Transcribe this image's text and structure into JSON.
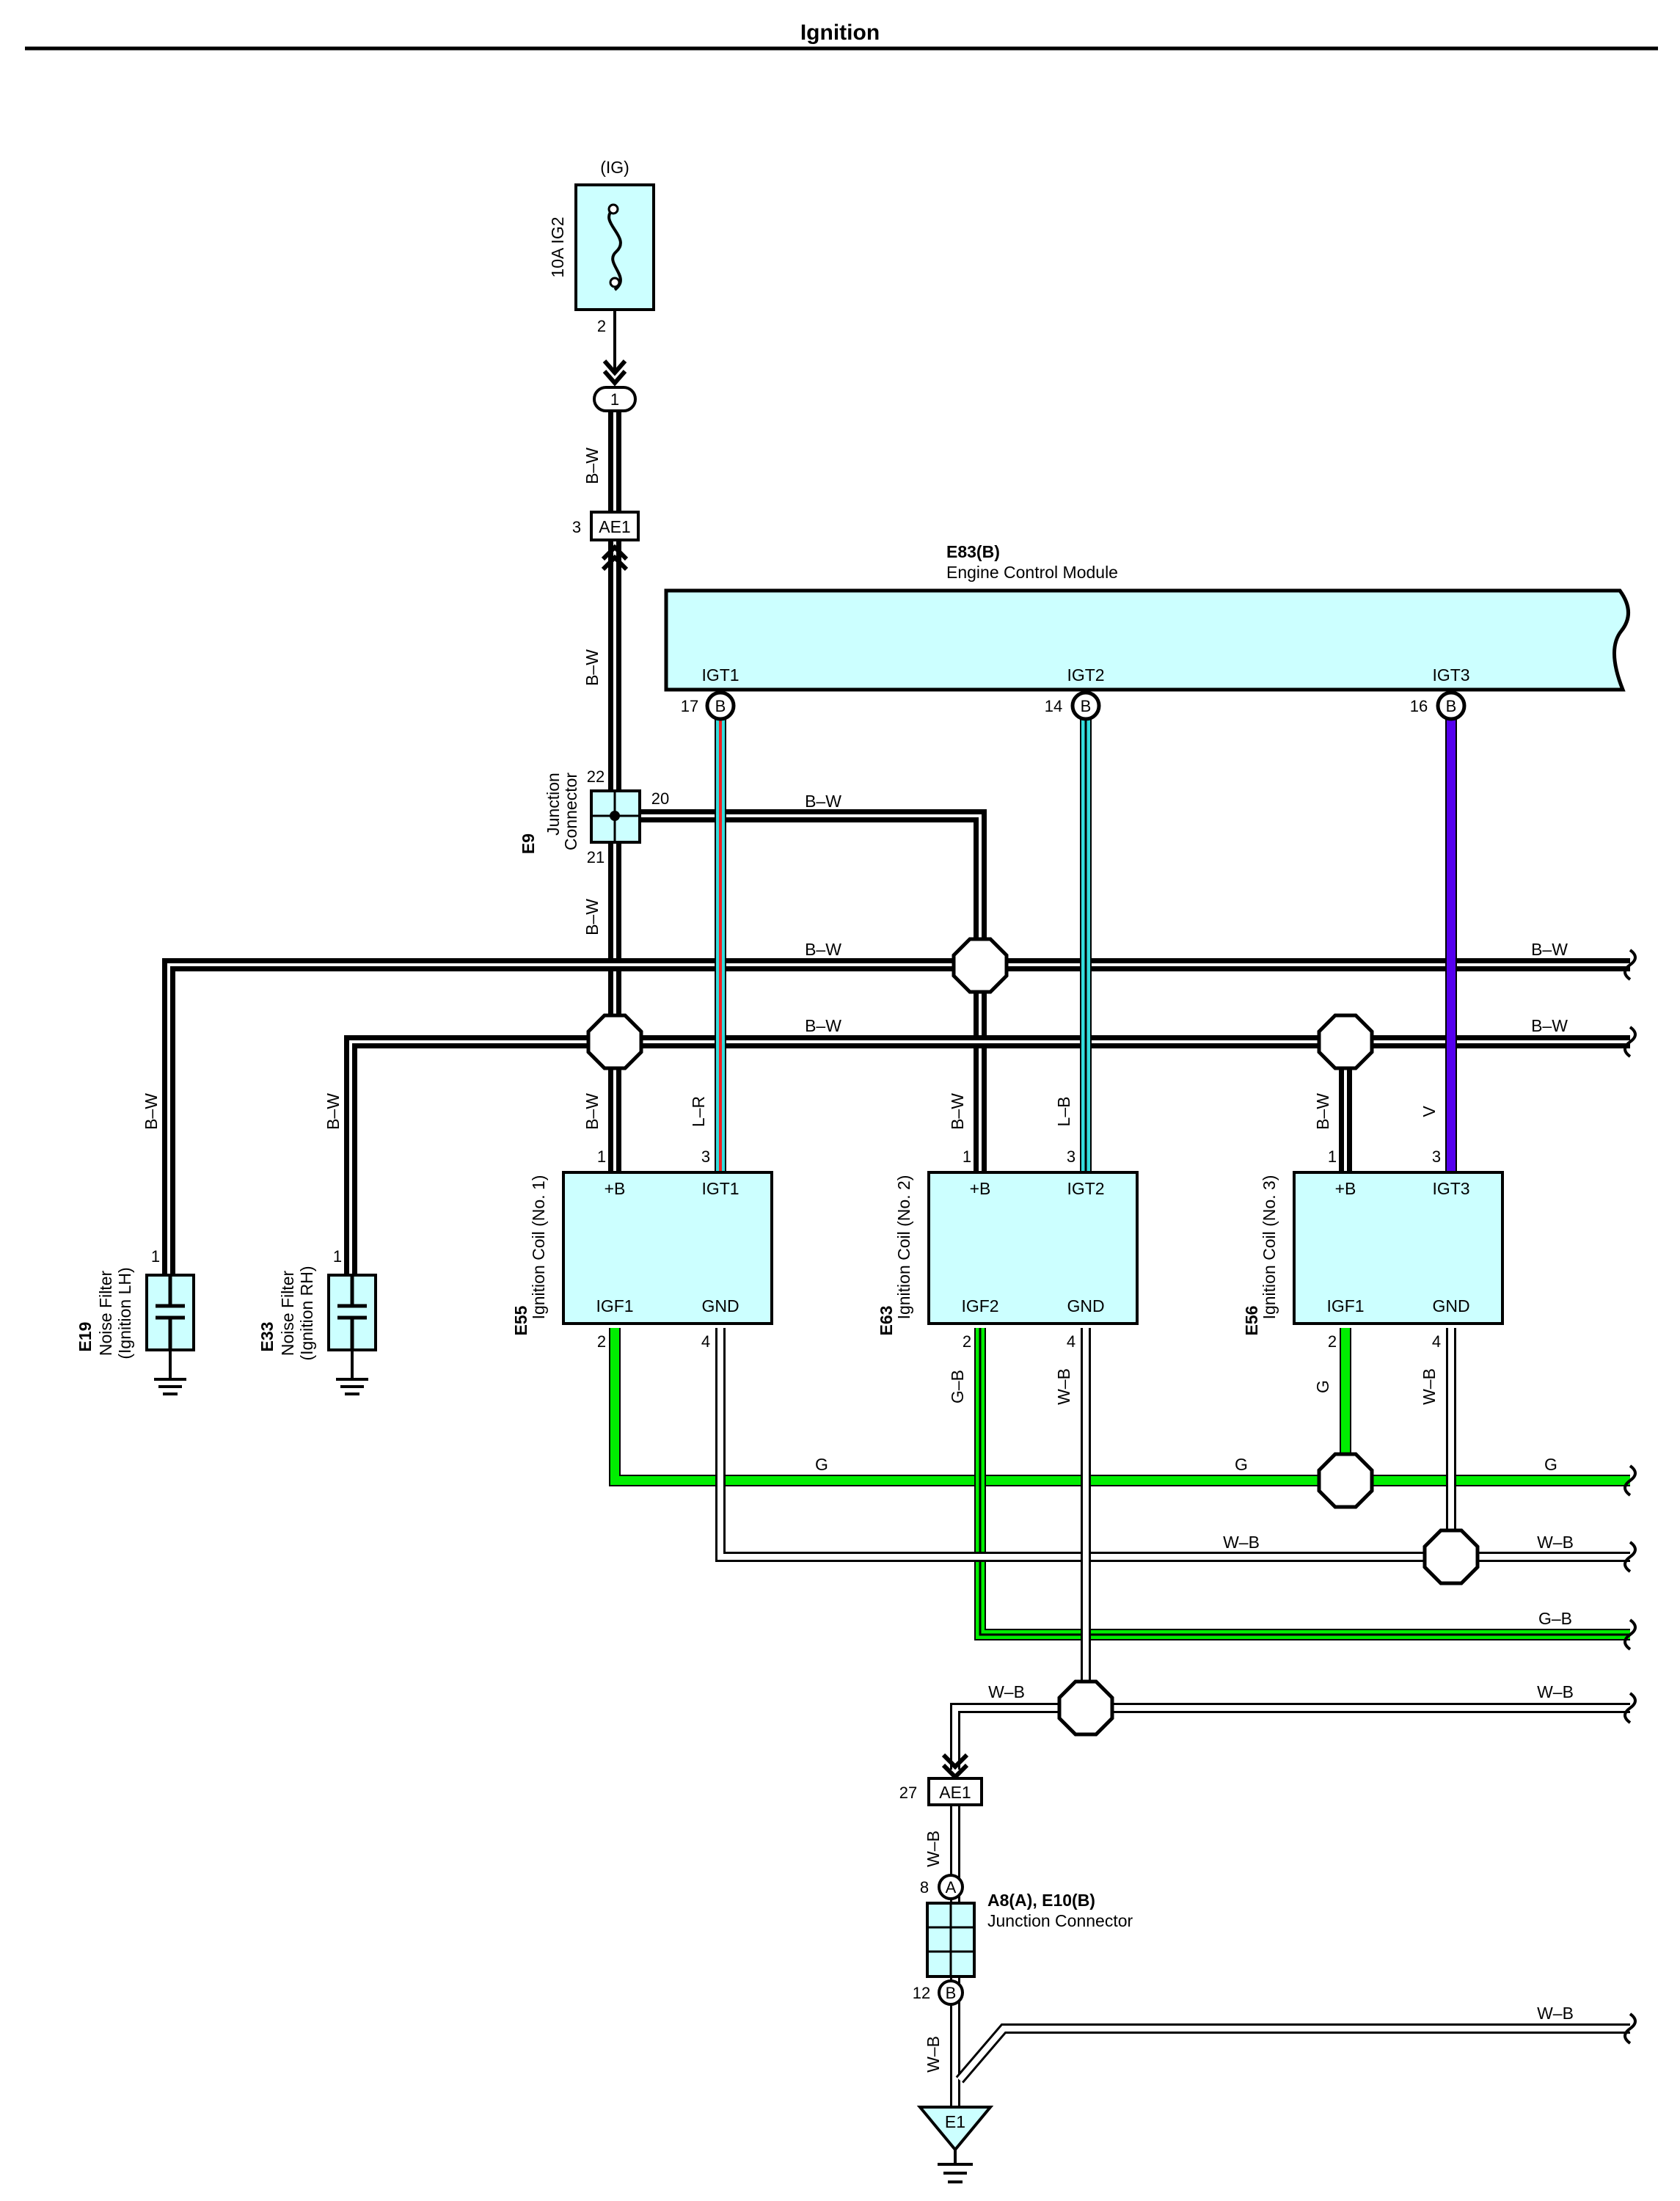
{
  "title": "Ignition",
  "fuse": {
    "top_label": "(IG)",
    "name": "10A IG2",
    "pin": "2"
  },
  "connectors": {
    "top_circle": "1",
    "ae1_top": {
      "label": "AE1",
      "pin": "3"
    },
    "ae1_bottom": {
      "label": "AE1",
      "pin": "27"
    },
    "e9": {
      "code": "E9",
      "name_line1": "Junction",
      "name_line2": "Connector",
      "pin_top": "22",
      "pin_right": "20",
      "pin_bottom": "21"
    },
    "a8e10": {
      "title": "A8(A), E10(B)",
      "name": "Junction Connector",
      "pin_a": "8",
      "letter_a": "A",
      "pin_b": "12",
      "letter_b": "B"
    },
    "ground": {
      "label": "E1"
    }
  },
  "ecm": {
    "code": "E83(B)",
    "name": "Engine Control Module",
    "pins": [
      {
        "name": "IGT1",
        "num": "17",
        "letter": "B"
      },
      {
        "name": "IGT2",
        "num": "14",
        "letter": "B"
      },
      {
        "name": "IGT3",
        "num": "16",
        "letter": "B"
      }
    ]
  },
  "coils": [
    {
      "code": "E55",
      "name": "Ignition Coil (No. 1)",
      "plus": "+B",
      "igt": "IGT1",
      "igf": "IGF1",
      "gnd": "GND",
      "pin_plus": "1",
      "pin_igt": "3",
      "pin_igf": "2",
      "pin_gnd": "4"
    },
    {
      "code": "E63",
      "name": "Ignition Coil (No. 2)",
      "plus": "+B",
      "igt": "IGT2",
      "igf": "IGF2",
      "gnd": "GND",
      "pin_plus": "1",
      "pin_igt": "3",
      "pin_igf": "2",
      "pin_gnd": "4"
    },
    {
      "code": "E56",
      "name": "Ignition Coil (No. 3)",
      "plus": "+B",
      "igt": "IGT3",
      "igf": "IGF1",
      "gnd": "GND",
      "pin_plus": "1",
      "pin_igt": "3",
      "pin_igf": "2",
      "pin_gnd": "4"
    }
  ],
  "noise_filters": [
    {
      "code": "E19",
      "name_line1": "Noise Filter",
      "name_line2": "(Ignition LH)",
      "pin": "1"
    },
    {
      "code": "E33",
      "name_line1": "Noise Filter",
      "name_line2": "(Ignition RH)",
      "pin": "1"
    }
  ],
  "wire_labels": {
    "bw": "B–W",
    "lr": "L–R",
    "lb": "L–B",
    "v": "V",
    "g": "G",
    "wb": "W–B",
    "gb": "G–B"
  },
  "colors": {
    "box_fill": "#ccffff",
    "wire_black": "#000000",
    "wire_green": "#00ee00",
    "wire_violet": "#5500ee",
    "wire_cyan": "#33dddd",
    "wire_red": "#ee2222",
    "wire_white": "#ffffff"
  }
}
